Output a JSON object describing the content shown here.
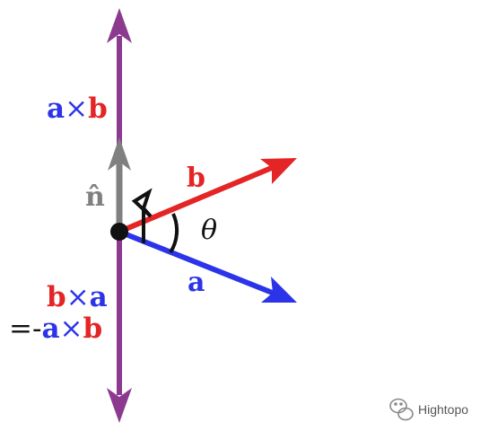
{
  "colors": {
    "purple": "#8B3A8F",
    "gray": "#808080",
    "red": "#E32526",
    "blue": "#2B34E8",
    "black": "#111111",
    "watermark": "#555555"
  },
  "labels": {
    "axb": {
      "a": "a",
      "op": "×",
      "b": "b"
    },
    "n_hat": "n̂",
    "b_vec": "b",
    "a_vec": "a",
    "theta": "θ",
    "bxa": {
      "b": "b",
      "op": "×",
      "a": "a"
    },
    "neg_axb": {
      "prefix": "=-",
      "a": "a",
      "op": "×",
      "b": "b"
    }
  },
  "watermark": {
    "icon": "wechat-icon",
    "text": "Hightopo"
  }
}
